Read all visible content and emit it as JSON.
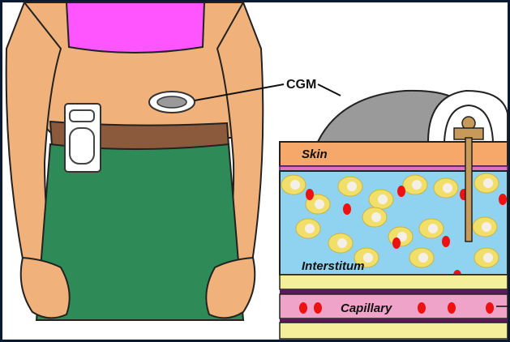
{
  "labels": {
    "cgm": "CGM",
    "skin": "Skin",
    "interstitium": "Interstitum",
    "capillary": "Capillary"
  },
  "colors": {
    "background": "#0a1a33",
    "skin_tone": "#f0b27a",
    "shirt": "#ff55ff",
    "pants": "#2e8b57",
    "belt": "#8b5a3c",
    "sensor_dome": "#9a9a9a",
    "interstitial_fluid": "#8fd3f0",
    "cell": "#f2df6a",
    "glucose": "#ee1111",
    "capillary": "#f0a3c8",
    "membrane": "#5a1a5a"
  }
}
